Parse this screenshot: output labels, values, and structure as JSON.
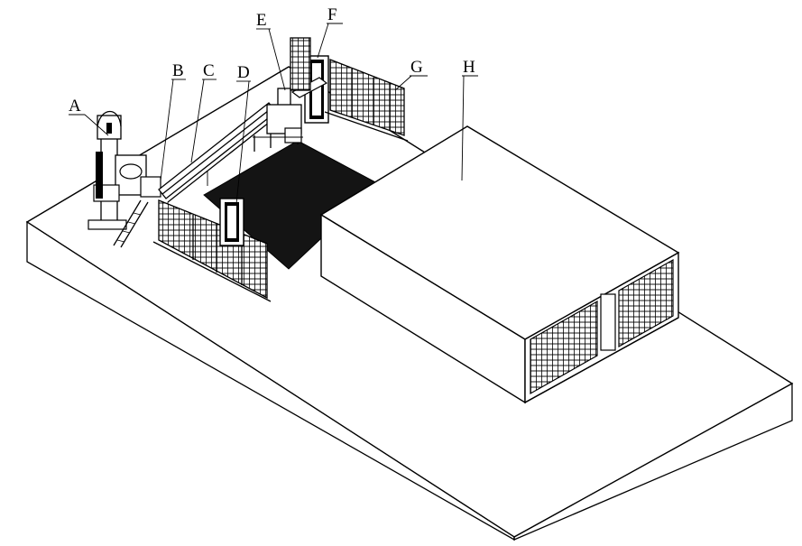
{
  "labels": {
    "A": "A",
    "B": "B",
    "C": "C",
    "D": "D",
    "E": "E",
    "F": "F",
    "G": "G",
    "H": "H"
  },
  "colors": {
    "ink": "#000000",
    "paper": "#ffffff",
    "dark_area": "#141414"
  }
}
